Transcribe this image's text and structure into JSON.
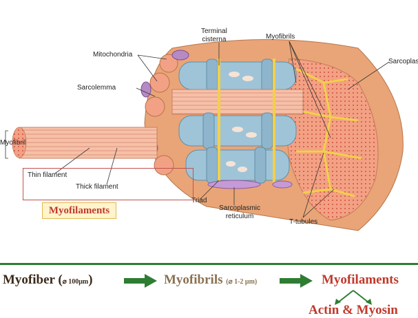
{
  "labels": {
    "terminal_cisterna_1": "Terminal",
    "terminal_cisterna_2": "cisterna",
    "myofibrils": "Myofibrils",
    "sarcoplasm": "Sarcoplas",
    "mitochondria": "Mitochondria",
    "sarcolemma": "Sarcolemma",
    "myofibril": "Myofibril",
    "thin_filament": "Thin filament",
    "thick_filament": "Thick filament",
    "triad": "Triad",
    "sr_1": "Sarcoplasmic",
    "sr_2": "reticulum",
    "t_tubules": "T-tubules"
  },
  "inset": {
    "title": "Myofilaments"
  },
  "flow": {
    "myofiber": "Myofiber (",
    "myofiber_size": "⌀ 100μm",
    "myofiber_close": ")",
    "myofibrils": "Myofibrils",
    "myofibrils_size": "(⌀ 1-2 μm)",
    "myofilaments": "Myofilaments",
    "actin_myosin": "Actin & Myosin"
  },
  "colors": {
    "sarcolemma": "#e8a070",
    "myofibril": "#f4a78a",
    "sr_blue": "#9fc4d8",
    "t_tubule": "#f2d04a",
    "mitochondria": "#b68ac4",
    "arrow_green": "#2e7d32",
    "title_red": "#c0392b"
  }
}
